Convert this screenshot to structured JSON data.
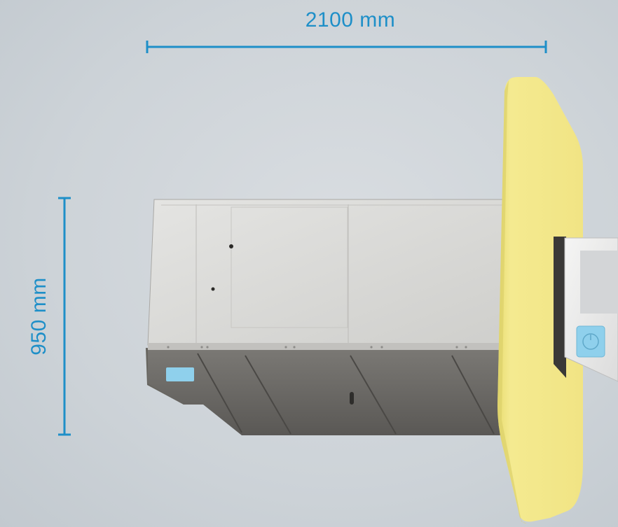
{
  "dimensions": {
    "width": {
      "label": "2100 mm",
      "value": 2100,
      "unit": "mm"
    },
    "height": {
      "label": "950 mm",
      "value": 950,
      "unit": "mm"
    }
  },
  "colors": {
    "dimension_line": "#1e8fc8",
    "wall_panel": "#f3e88a",
    "cabinet_top": "#dcdcdb",
    "cabinet_side": "#6f6d6a",
    "display_glow": "#8fd0ec"
  },
  "icons": [
    "power-button-icon"
  ]
}
